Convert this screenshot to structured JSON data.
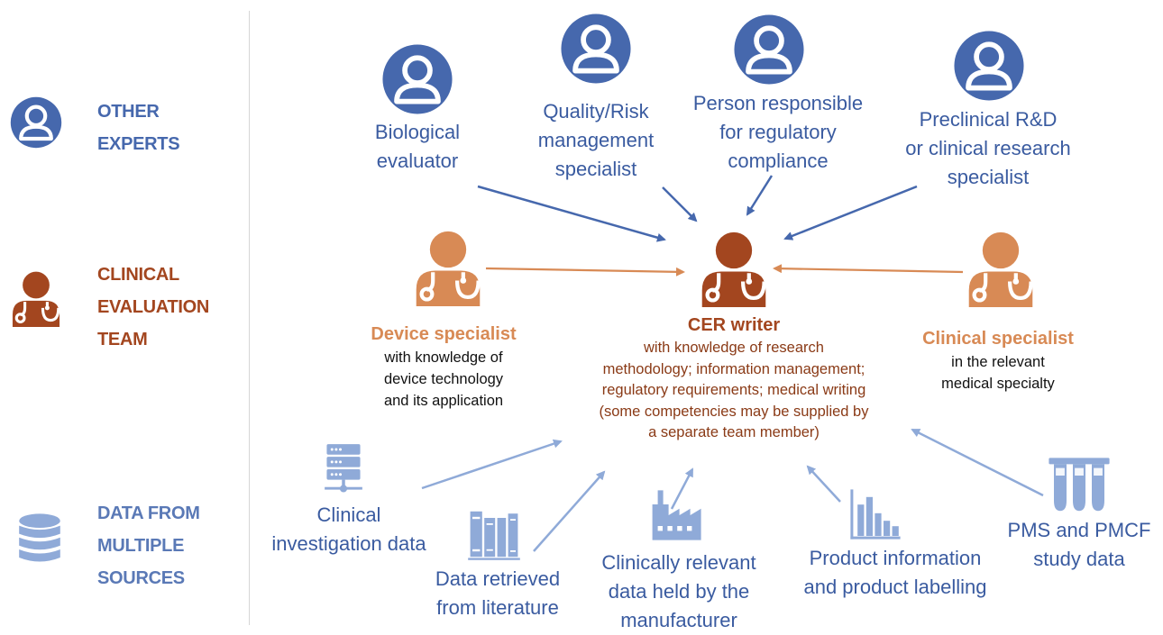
{
  "legend": {
    "other_experts": [
      "OTHER",
      "EXPERTS"
    ],
    "clinical_team": [
      "CLINICAL",
      "EVALUATION",
      "TEAM"
    ],
    "data_sources": [
      "DATA FROM",
      "MULTIPLE",
      "SOURCES"
    ]
  },
  "experts": {
    "biological": [
      "Biological",
      "evaluator"
    ],
    "quality": [
      "Quality/Risk",
      "management",
      "specialist"
    ],
    "regulatory": [
      "Person responsible",
      "for regulatory",
      "compliance"
    ],
    "preclinical": [
      "Preclinical R&D",
      "or clinical research",
      "specialist"
    ]
  },
  "team": {
    "device": {
      "title": "Device specialist",
      "desc": [
        "with knowledge of",
        "device technology",
        "and its application"
      ]
    },
    "cer": {
      "title": "CER writer",
      "desc": [
        "with knowledge of research",
        "methodology; information management;",
        "regulatory requirements; medical writing",
        "(some competencies may be supplied by",
        "a separate team member)"
      ]
    },
    "clinical": {
      "title": "Clinical specialist",
      "desc": [
        "in the relevant",
        "medical specialty"
      ]
    }
  },
  "sources": {
    "clinical_investigation": [
      "Clinical",
      "investigation data"
    ],
    "literature": [
      "Data retrieved",
      "from literature"
    ],
    "manufacturer": [
      "Clinically relevant",
      "data held by the",
      "manufacturer"
    ],
    "product_info": [
      "Product information",
      "and product labelling"
    ],
    "pms": [
      "PMS and PMCF",
      "study data"
    ]
  },
  "colors": {
    "expert_blue": "#3a5ba0",
    "team_orange": "#d88a55",
    "cer_red": "#a3461f",
    "source_lightblue": "#8faad8"
  }
}
